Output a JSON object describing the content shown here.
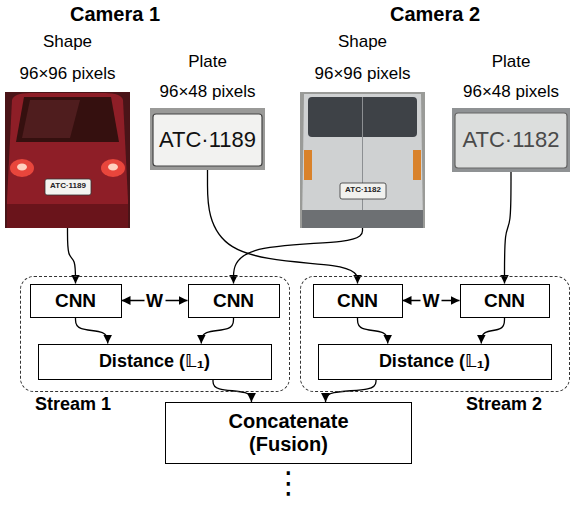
{
  "diagram": {
    "nodes": [
      {
        "text": [
          "Shape",
          "96×96 pixels",
          "ATC·1189"
        ]
      },
      {
        "text": [
          "Plate",
          "96×48 pixels",
          "ATC·1189"
        ]
      },
      {
        "text": [
          "Shape",
          "96×96 pixels",
          "ATC·1182"
        ]
      },
      {
        "text": [
          "Plate",
          "96×48 pixels",
          "ATC·1182"
        ]
      },
      {
        "text": [
          "Stream 1"
        ]
      },
      {
        "text": [
          "CNN"
        ],
        "in": 4
      },
      {
        "text": [
          "CNN"
        ],
        "in": 4
      },
      {
        "text": [
          "Distance (𝕃₁)"
        ],
        "in": 4
      },
      {
        "text": [
          "Stream 2"
        ]
      },
      {
        "text": [
          "CNN"
        ],
        "in": 8
      },
      {
        "text": [
          "CNN"
        ],
        "in": 8
      },
      {
        "text": [
          "Distance (𝕃₁)"
        ],
        "in": 8
      },
      {
        "text": [
          "Concatenate (Fusion)"
        ]
      }
    ],
    "edges": [
      {
        "from": 0,
        "to": 5,
        "arrow": "to"
      },
      {
        "from": 2,
        "to": 6,
        "arrow": "to"
      },
      {
        "from": 1,
        "to": 9,
        "arrow": "to"
      },
      {
        "from": 3,
        "to": 10,
        "arrow": "to"
      },
      {
        "from": 5,
        "to": 6,
        "label": "W",
        "arrow": "both"
      },
      {
        "from": 9,
        "to": 10,
        "label": "W",
        "arrow": "both"
      },
      {
        "from": 5,
        "to": 7,
        "arrow": "to"
      },
      {
        "from": 6,
        "to": 7,
        "arrow": "to"
      },
      {
        "from": 9,
        "to": 11,
        "arrow": "to"
      },
      {
        "from": 10,
        "to": 11,
        "arrow": "to"
      },
      {
        "from": 7,
        "to": 12,
        "arrow": "to"
      },
      {
        "from": 11,
        "to": 12,
        "arrow": "to"
      }
    ],
    "labels": [
      "Camera 1",
      "Camera 2",
      "⋮"
    ]
  }
}
